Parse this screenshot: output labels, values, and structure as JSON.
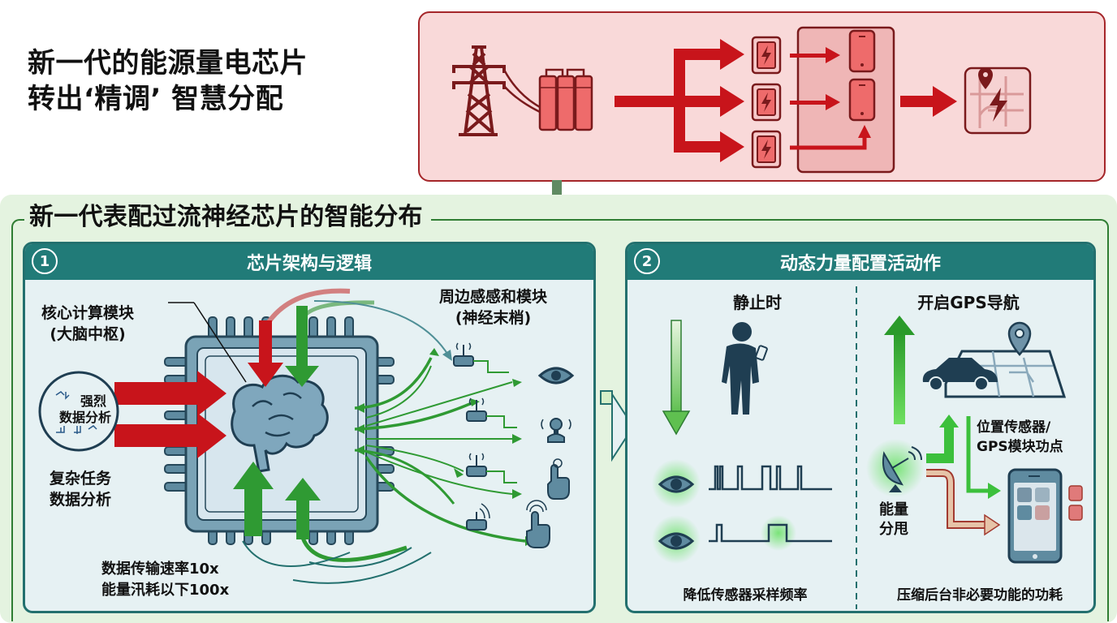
{
  "headline": {
    "line1": "新一代的能源量电芯片",
    "line2": "转出‘精调’ 智慧分配"
  },
  "power_flow": {
    "icons": [
      "power-tower-icon",
      "battery-pack-icon",
      "charger-icon",
      "charger-icon",
      "charger-icon",
      "smartphone-icon",
      "smartphone-icon",
      "map-lightning-icon"
    ],
    "accent_color": "#c8141b",
    "panel_color": "#f9d9d9"
  },
  "main": {
    "title": "新一代表配过流神经芯片的智能分布",
    "accent_color": "#2f7d33"
  },
  "panel1": {
    "number": "1",
    "title": "芯片架构与逻辑",
    "core_label_line1": "核心计算模块",
    "core_label_line2": "(大脑中枢)",
    "analysis_circle_line1": "强烈",
    "analysis_circle_line2": "数据分析",
    "task_label_line1": "复杂任务",
    "task_label_line2": "数据分析",
    "periph_label_line1": "周边感感和模块",
    "periph_label_line2": "(神经末梢)",
    "stat_line1": "数据传输速率10x",
    "stat_line2": "能量汛耗以下100x",
    "sensors": [
      "eye-sensor-icon",
      "voice-sensor-icon",
      "touch-sensor-icon",
      "touch-sensor-icon"
    ]
  },
  "panel2": {
    "number": "2",
    "title": "动态力量配置活动作",
    "left_heading": "静止时",
    "right_heading": "开启GPS导航",
    "left_caption": "降低传感器采样频率",
    "right_caption": "压缩后台非必要功能的功耗",
    "gps_label_line1": "位置传感器/",
    "gps_label_line2": "GPS模块功点",
    "energy_label_line1": "能量",
    "energy_label_line2": "分甩"
  }
}
